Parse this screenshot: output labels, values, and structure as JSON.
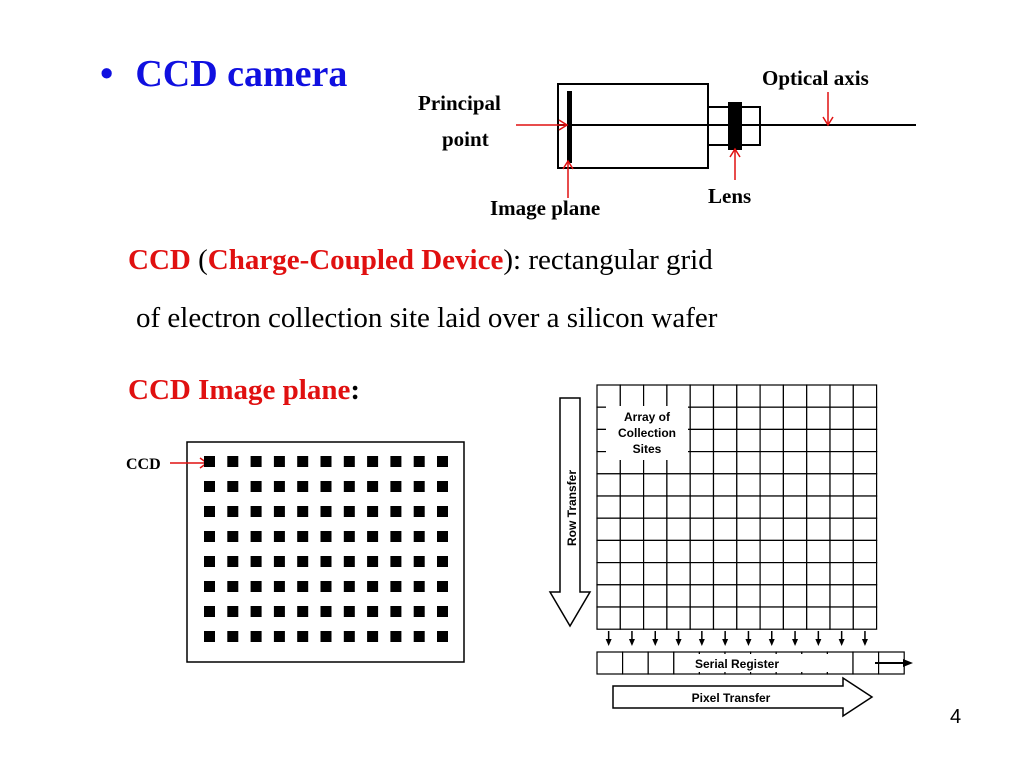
{
  "bullet": {
    "symbol": "•",
    "text": "CCD camera"
  },
  "camera_diagram": {
    "principal_point_line1": "Principal",
    "principal_point_line2": "point",
    "optical_axis": "Optical axis",
    "image_plane": "Image plane",
    "lens": "Lens"
  },
  "definition": {
    "term": "CCD",
    "open_paren": " (",
    "expansion": "Charge-Coupled Device",
    "rest_line1": "): rectangular grid",
    "line2": "of electron collection site laid over a silicon wafer"
  },
  "image_plane_heading": {
    "label": "CCD Image plane",
    "colon": ":"
  },
  "ccd_grid_diagram": {
    "ccd_label": "CCD",
    "rows": 8,
    "cols": 11
  },
  "ccd_readout_diagram": {
    "array_label_line1": "Array of",
    "array_label_line2": "Collection",
    "array_label_line3": "Sites",
    "row_transfer": "Row Transfer",
    "serial_register": "Serial Register",
    "pixel_transfer": "Pixel Transfer",
    "grid_rows": 11,
    "grid_cols": 12
  },
  "page_number": "4",
  "colors": {
    "bullet_blue": "#1010e0",
    "accent_red": "#e01010"
  }
}
